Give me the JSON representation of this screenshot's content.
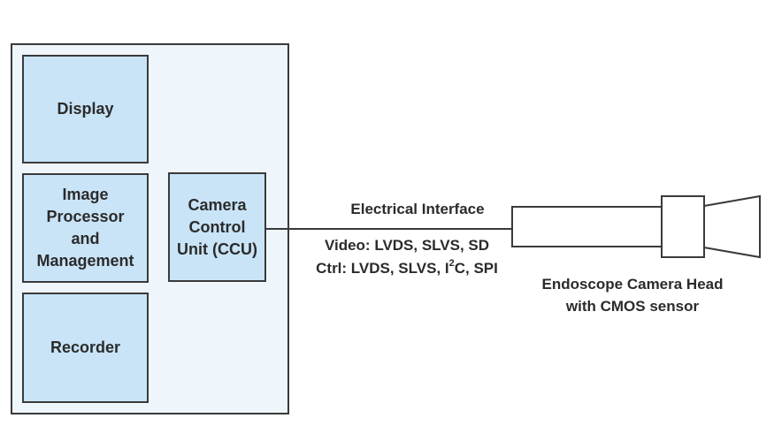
{
  "blocks": {
    "display": "Display",
    "image_processor": "Image\nProcessor\nand\nManagement",
    "recorder": "Recorder",
    "ccu": "Camera\nControl\nUnit (CCU)"
  },
  "interface": {
    "title": "Electrical Interface",
    "video": "Video: LVDS, SLVS, SD",
    "ctrl_prefix": "Ctrl: LVDS, SLVS, I",
    "ctrl_sup": "2",
    "ctrl_suffix": "C, SPI"
  },
  "camera": {
    "line1": "Endoscope Camera Head",
    "line2": "with CMOS sensor"
  },
  "colors": {
    "outer_fill": "#eef6fc",
    "block_fill": "#c9e4f7",
    "stroke": "#3a3a3a"
  }
}
